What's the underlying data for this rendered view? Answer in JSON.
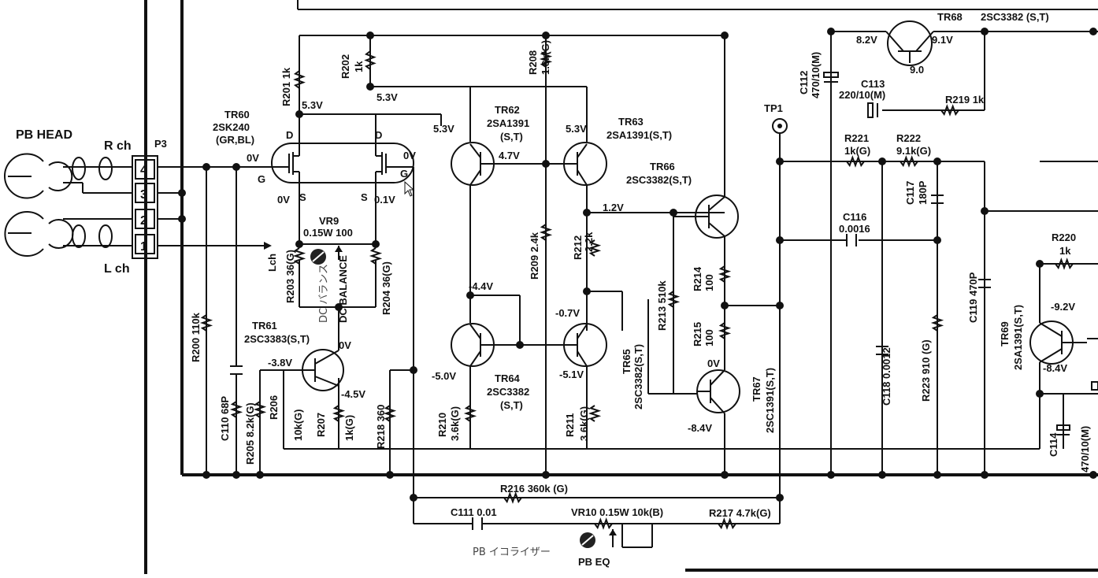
{
  "labels": {
    "pb_head": "PB HEAD",
    "r_ch": "R ch",
    "l_ch": "L ch",
    "p3": "P3",
    "pins": [
      "4",
      "3",
      "2",
      "1"
    ],
    "lch_arrow": "Lch",
    "tp1": "TP1",
    "dc_balance_en": "DC BALANCE",
    "dc_balance_jp": "DC バランス",
    "pb_eq_en": "PB EQ",
    "pb_eq_jp": "PB イコライザー"
  },
  "transistors": {
    "tr60": {
      "name": "TR60",
      "part": "2SK240",
      "grade": "(GR,BL)"
    },
    "tr61": {
      "name": "TR61",
      "part": "2SC3383(S,T)"
    },
    "tr62": {
      "name": "TR62",
      "part": "2SA1391",
      "grade": "(S,T)"
    },
    "tr63": {
      "name": "TR63",
      "part": "2SA1391(S,T)"
    },
    "tr64": {
      "name": "TR64",
      "part": "2SC3382",
      "grade": "(S,T)"
    },
    "tr65": {
      "name": "TR65",
      "part": "2SC3382(S,T)"
    },
    "tr66": {
      "name": "TR66",
      "part": "2SC3382(S,T)"
    },
    "tr67": {
      "name": "TR67",
      "part": "2SC1391(S,T)"
    },
    "tr68": {
      "name": "TR68",
      "part": "2SC3382 (S,T)"
    },
    "tr69": {
      "name": "TR69",
      "part": "2SA1391(S,T)"
    }
  },
  "resistors": {
    "r200": "R200 110k",
    "r201": "R201 1k",
    "r202": "R202",
    "r202_val": "1k",
    "r203": "R203 36(G)",
    "r204": "R204 36(G)",
    "r205": "R205 8.2k(G)",
    "r206": "R206",
    "r206_val": "10k(G)",
    "r207": "R207",
    "r207_val": "1k(G)",
    "r208": "R208",
    "r208_val": "1.8k(G)",
    "r209": "R209 2.4k",
    "r210": "R210",
    "r210_val": "3.6k(G)",
    "r211": "R211",
    "r211_val": "3.6k(G)",
    "r212": "R212",
    "r212_val": "2.2k",
    "r213": "R213 510k",
    "r214": "R214",
    "r214_val": "100",
    "r215": "R215",
    "r215_val": "100",
    "r216": "R216  360k (G)",
    "r217": "R217  4.7k(G)",
    "r218": "R218 360",
    "r219": "R219  1k",
    "r220": "R220",
    "r220_val": "1k",
    "r221": "R221",
    "r221_val": "1k(G)",
    "r222": "R222",
    "r222_val": "9.1k(G)",
    "r223": "R223  910 (G)"
  },
  "capacitors": {
    "c110": "C110 68P",
    "c111": "C111  0.01",
    "c112": "C112",
    "c112_val": "470/10(M)",
    "c113": "C113",
    "c113_val": "220/10(M)",
    "c114": "C114",
    "c114_val": "470/10(M)",
    "c116": "C116",
    "c116_val": "0.0016",
    "c117": "C117",
    "c117_val": "180P",
    "c118": "C118  0.0012",
    "c119": "C119  470P"
  },
  "pots": {
    "vr9": "VR9",
    "vr9_val": "0.15W  100",
    "vr10": "VR10  0.15W   10k(B)"
  },
  "terminals": {
    "d": "D",
    "s": "S",
    "g": "G"
  },
  "voltages": {
    "v53_a": "5.3V",
    "v53_b": "5.3V",
    "v53_c": "5.3V",
    "v53_d": "5.3V",
    "v0_g1": "0V",
    "v0_g2": "0V",
    "v0_s1": "0V",
    "v01_s2": "0.1V",
    "v47": "4.7V",
    "v12": "1.2V",
    "vm44": "-4.4V",
    "vm07": "-0.7V",
    "vm50": "-5.0V",
    "vm51": "-5.1V",
    "vm38": "-3.8V",
    "vm45": "-4.5V",
    "v0_tr61": "0V",
    "v0_tr67": "0V",
    "vm84_tr67": "-8.4V",
    "v82": "8.2V",
    "v91": "9.1V",
    "v90": "9.0",
    "vm92": "-9.2V",
    "vm84_tr69": "-8.4V"
  }
}
